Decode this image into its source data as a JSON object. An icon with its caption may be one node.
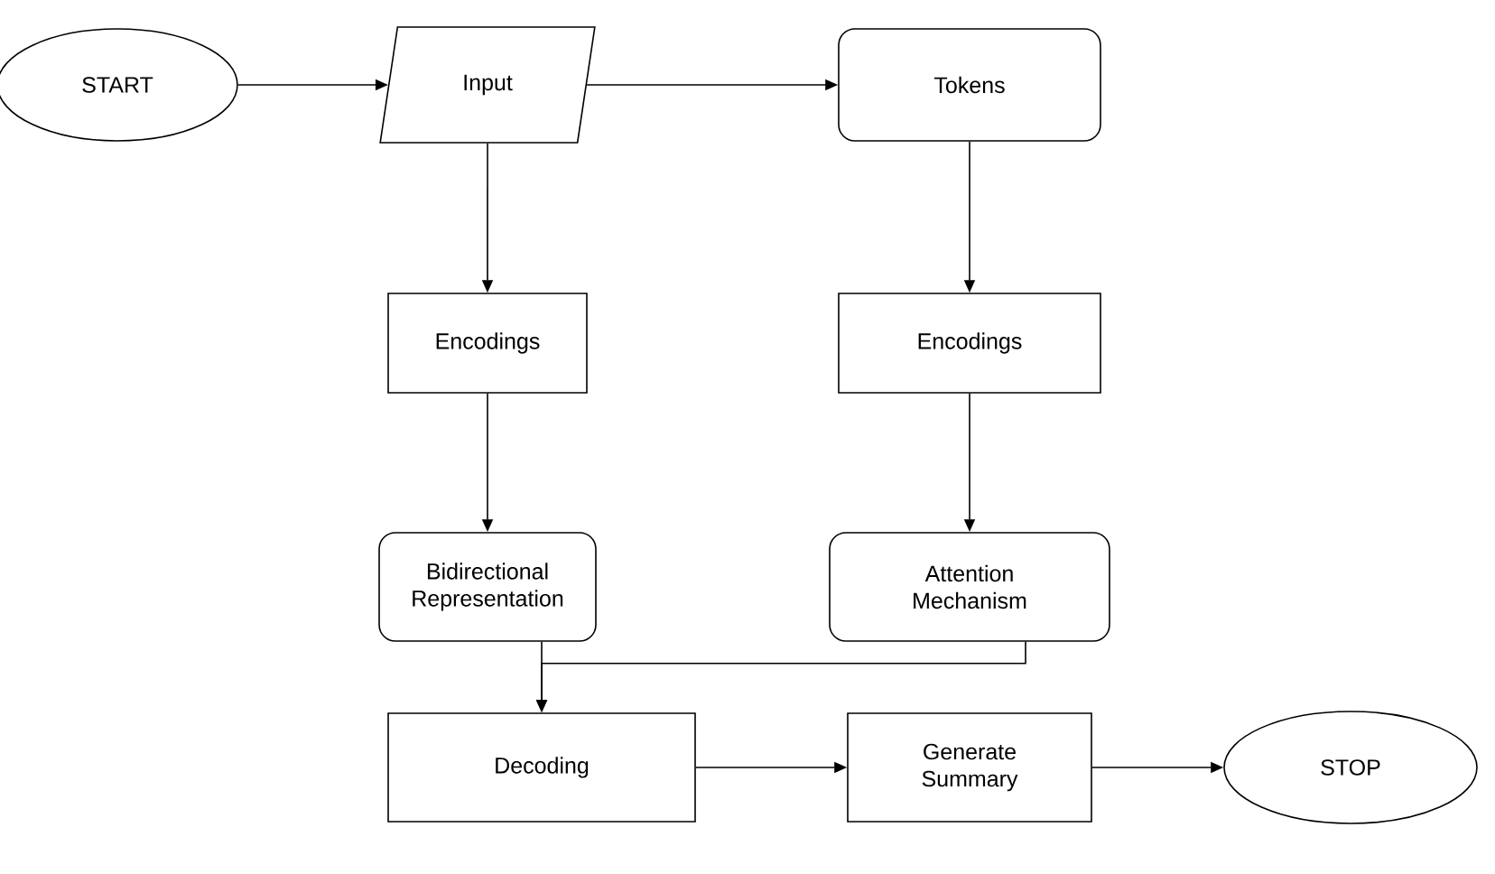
{
  "diagram": {
    "nodes": [
      {
        "text": [
          "START"
        ]
      },
      {
        "text": [
          "Input"
        ]
      },
      {
        "text": [
          "Tokens"
        ]
      },
      {
        "text": [
          "Encodings"
        ]
      },
      {
        "text": [
          "Encodings"
        ]
      },
      {
        "text": [
          "Bidirectional Representation"
        ]
      },
      {
        "text": [
          "Attention Mechanism"
        ]
      },
      {
        "text": [
          "Decoding"
        ]
      },
      {
        "text": [
          "Generate Summary"
        ]
      },
      {
        "text": [
          "STOP"
        ]
      }
    ],
    "edges": [
      {
        "from": 0,
        "to": 1,
        "arrow": "to"
      },
      {
        "from": 1,
        "to": 2,
        "arrow": "to"
      },
      {
        "from": 1,
        "to": 3,
        "arrow": "to"
      },
      {
        "from": 2,
        "to": 4,
        "arrow": "to"
      },
      {
        "from": 3,
        "to": 5,
        "arrow": "to"
      },
      {
        "from": 4,
        "to": 6,
        "arrow": "to"
      },
      {
        "from": 5,
        "to": 7,
        "arrow": "to"
      },
      {
        "from": 6,
        "to": 7,
        "arrow": "to"
      },
      {
        "from": 7,
        "to": 8,
        "arrow": "to"
      },
      {
        "from": 8,
        "to": 9,
        "arrow": "to"
      }
    ]
  }
}
